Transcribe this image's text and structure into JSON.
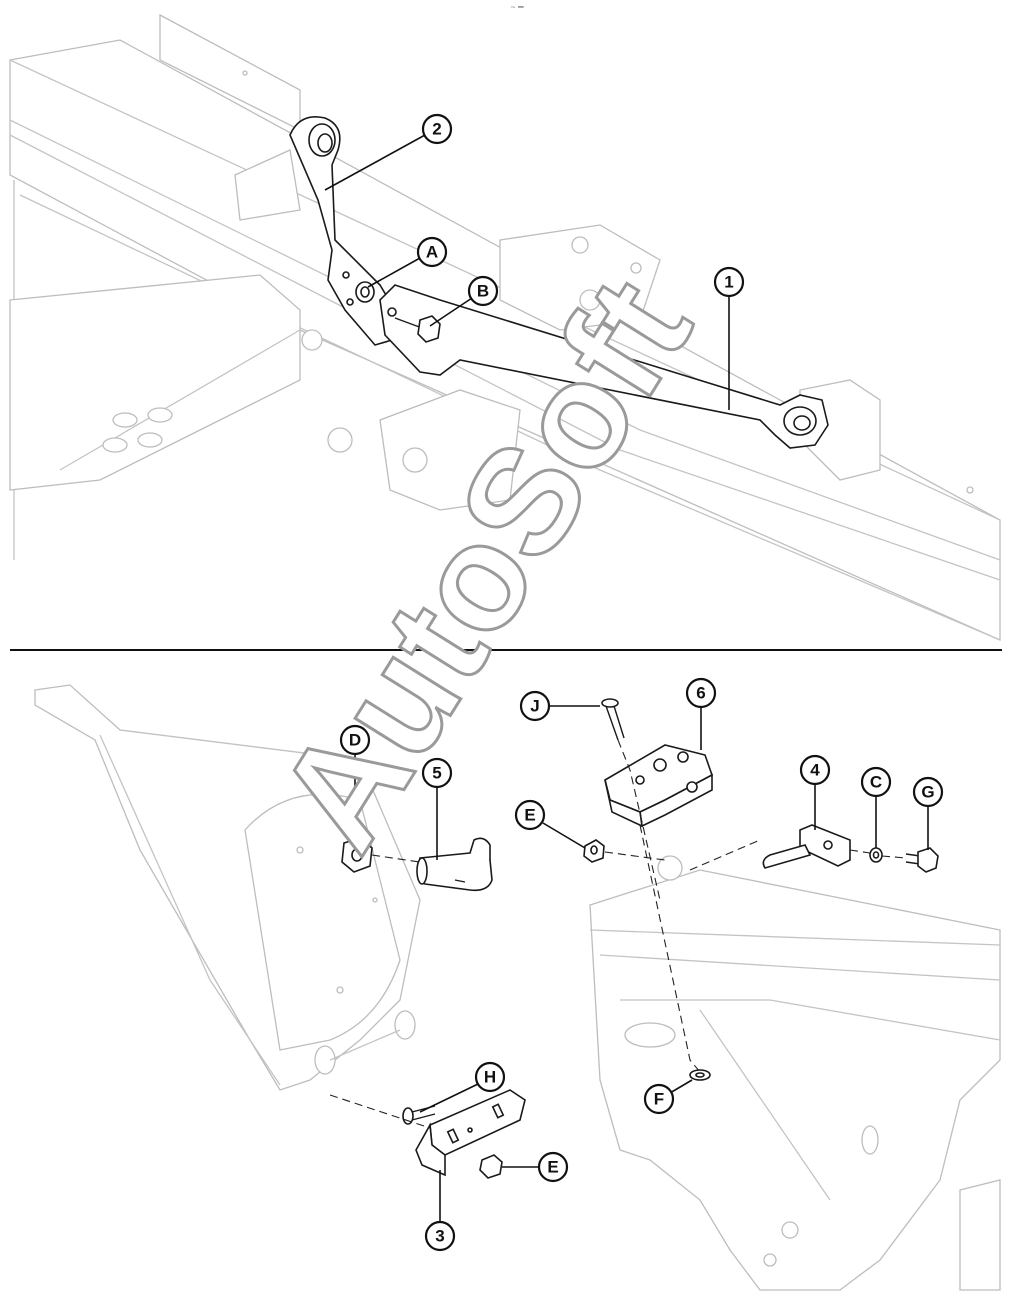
{
  "header_mark": "~ ━",
  "watermark": "AutoSoft",
  "upper_view": {
    "callouts": [
      {
        "id": "upper-callout-2",
        "label": "2"
      },
      {
        "id": "upper-callout-A",
        "label": "A"
      },
      {
        "id": "upper-callout-B",
        "label": "B"
      },
      {
        "id": "upper-callout-1",
        "label": "1"
      }
    ]
  },
  "lower_view": {
    "callouts": [
      {
        "id": "lower-callout-J",
        "label": "J"
      },
      {
        "id": "lower-callout-6",
        "label": "6"
      },
      {
        "id": "lower-callout-D",
        "label": "D"
      },
      {
        "id": "lower-callout-5",
        "label": "5"
      },
      {
        "id": "lower-callout-E-top",
        "label": "E"
      },
      {
        "id": "lower-callout-4",
        "label": "4"
      },
      {
        "id": "lower-callout-C",
        "label": "C"
      },
      {
        "id": "lower-callout-G",
        "label": "G"
      },
      {
        "id": "lower-callout-H",
        "label": "H"
      },
      {
        "id": "lower-callout-E-bottom",
        "label": "E"
      },
      {
        "id": "lower-callout-3",
        "label": "3"
      },
      {
        "id": "lower-callout-F",
        "label": "F"
      }
    ]
  }
}
